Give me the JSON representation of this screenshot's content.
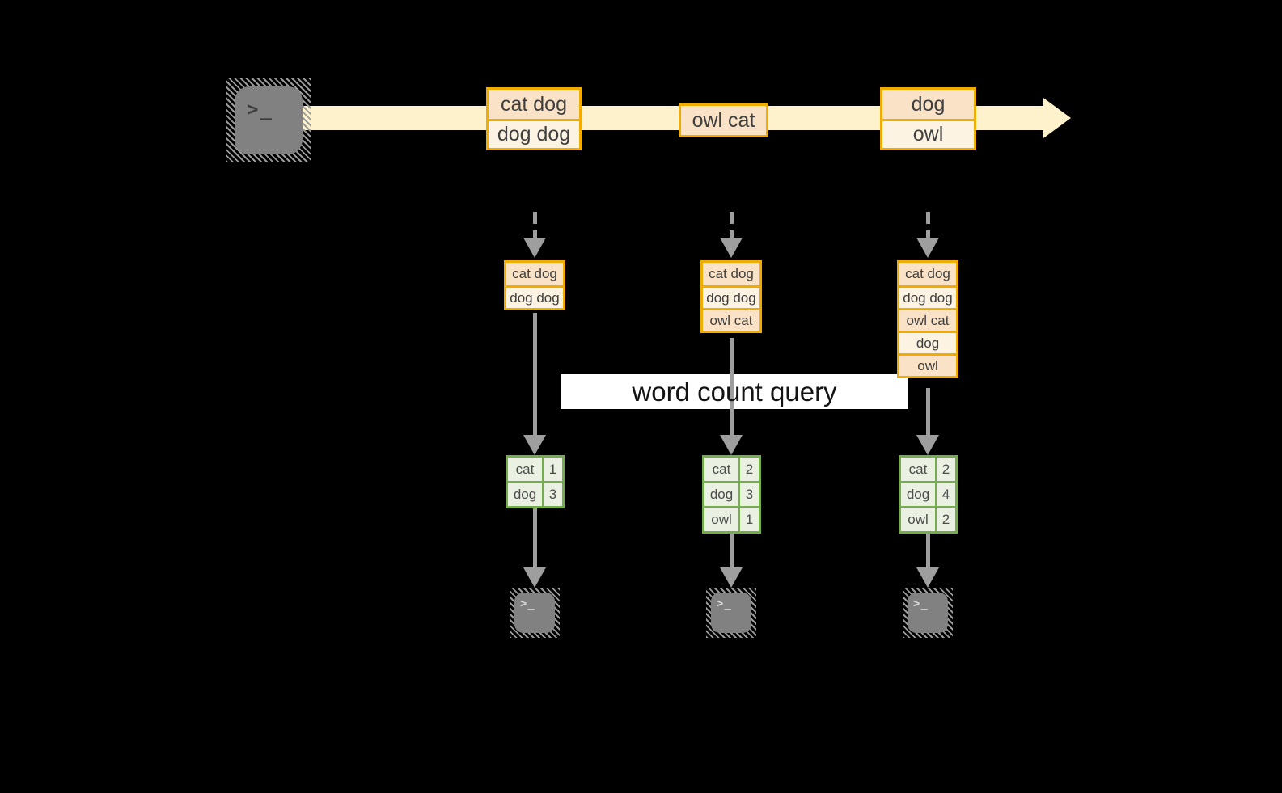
{
  "banner": {
    "label": "word count query"
  },
  "stream": {
    "batches": [
      {
        "lines": [
          "cat dog",
          "dog dog"
        ]
      },
      {
        "lines": [
          "owl cat"
        ]
      },
      {
        "lines": [
          "dog",
          "owl"
        ]
      }
    ]
  },
  "columns": [
    {
      "state": [
        "cat dog",
        "dog dog"
      ],
      "counts": [
        {
          "word": "cat",
          "count": "1"
        },
        {
          "word": "dog",
          "count": "3"
        }
      ]
    },
    {
      "state": [
        "cat dog",
        "dog dog",
        "owl cat"
      ],
      "counts": [
        {
          "word": "cat",
          "count": "2"
        },
        {
          "word": "dog",
          "count": "3"
        },
        {
          "word": "owl",
          "count": "1"
        }
      ]
    },
    {
      "state": [
        "cat dog",
        "dog dog",
        "owl cat",
        "dog",
        "owl"
      ],
      "counts": [
        {
          "word": "cat",
          "count": "2"
        },
        {
          "word": "dog",
          "count": "4"
        },
        {
          "word": "owl",
          "count": "2"
        }
      ]
    }
  ],
  "icons": {
    "terminal_glyph": ">_"
  },
  "colors": {
    "background": "#000000",
    "stream_arrow": "#fdf2cc",
    "batch_border": "#f0ad00",
    "batch_fill_dark": "#f9e2c6",
    "batch_fill_light": "#fdf3e3",
    "result_border": "#74ad4b",
    "result_fill": "#eaf0e2",
    "connector_gray": "#9e9e9e",
    "banner_background": "#ffffff"
  }
}
